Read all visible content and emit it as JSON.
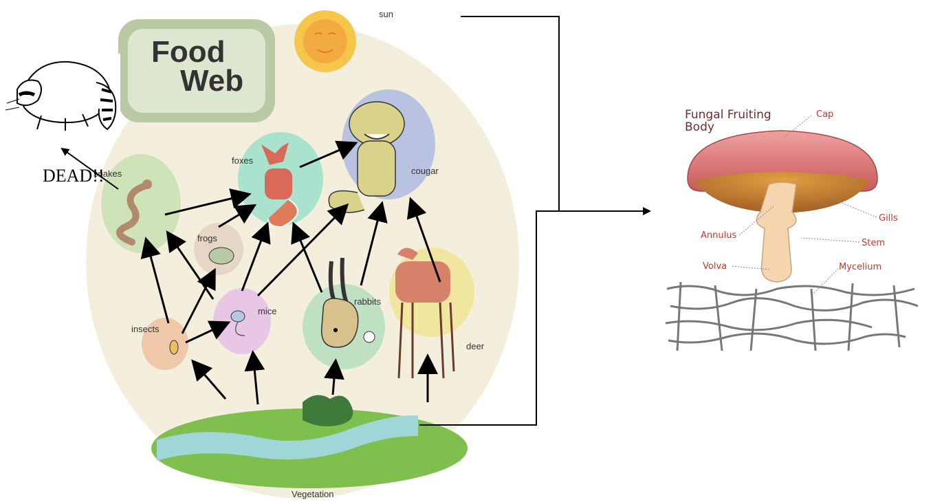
{
  "food_web": {
    "title_line1": "Food",
    "title_line2": "Web",
    "labels": {
      "sun": "sun",
      "snakes": "snakes",
      "foxes": "foxes",
      "cougar": "cougar",
      "frogs": "frogs",
      "mice": "mice",
      "insects": "insects",
      "rabbits": "rabbits",
      "deer": "deer",
      "vegetation": "Vegetation"
    },
    "dead_label": "DEAD!!"
  },
  "fungus": {
    "title_line1": "Fungal Fruiting",
    "title_line2": "Body",
    "labels": {
      "cap": "Cap",
      "gills": "Gills",
      "annulus": "Annulus",
      "stem": "Stem",
      "volva": "Volva",
      "mycelium": "Mycelium"
    }
  },
  "colors": {
    "background_circle": "#f3efdc",
    "title_box": "#b9c9a4",
    "snakes_bubble": "#cfe3b8",
    "foxes_bubble": "#a9e2cd",
    "cougar_bubble": "#b9c2e0",
    "frogs_bubble": "#e6d6c6",
    "mice_bubble": "#e8c6e6",
    "insects_bubble": "#eec8a8",
    "rabbits_bubble": "#bfe0c2",
    "deer_bubble": "#f0e6a0",
    "sun": "#f6c64a",
    "grass": "#7fbf4d",
    "river": "#9fd6d8",
    "mushroom_cap": "#d97373",
    "mushroom_gills": "#c98a3d",
    "mushroom_stem": "#f5d5b0",
    "fungus_label": "#c0392b"
  }
}
